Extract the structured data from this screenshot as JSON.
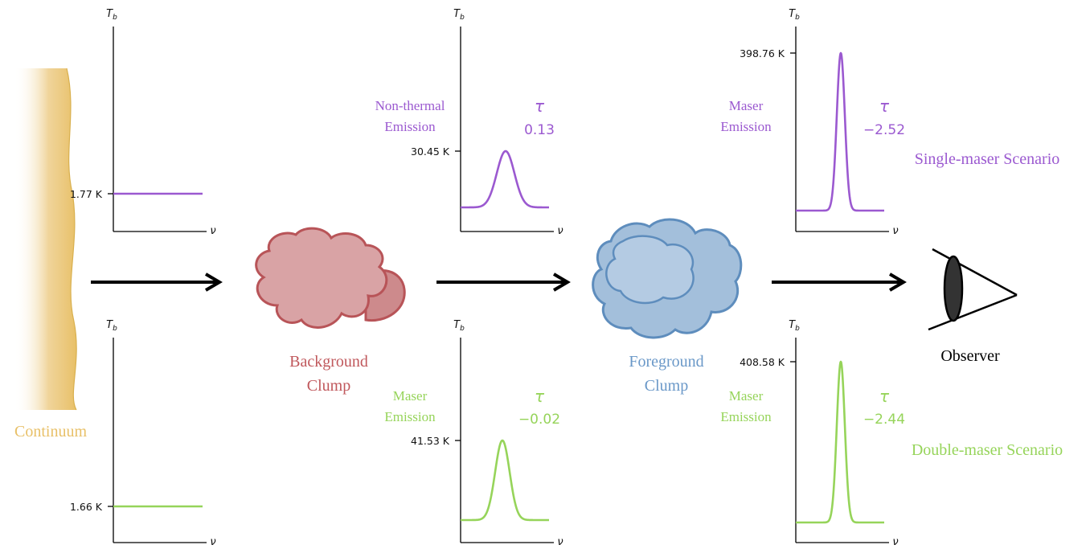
{
  "colors": {
    "purple": "#9b59d0",
    "green": "#96d45a",
    "continuum": "#e8c068",
    "background_clump": "#c0585c",
    "foreground_clump": "#6a98c8",
    "black": "#000000"
  },
  "labels": {
    "continuum": "Continuum",
    "background_clump_line1": "Background",
    "background_clump_line2": "Clump",
    "foreground_clump_line1": "Foreground",
    "foreground_clump_line2": "Clump",
    "observer": "Observer",
    "single_scenario": "Single-maser Scenario",
    "double_scenario": "Double-maser Scenario"
  },
  "axes": {
    "y_label_base": "T",
    "y_label_sub": "b",
    "x_label": "ν"
  },
  "panels": {
    "continuum_top": {
      "tick_label": "1.77 K",
      "color": "purple",
      "shape": "flat"
    },
    "continuum_bottom": {
      "tick_label": "1.66 K",
      "color": "green",
      "shape": "flat"
    },
    "bg_top": {
      "tick_label": "30.45 K",
      "color": "purple",
      "shape": "peak",
      "emission_line1": "Non-thermal",
      "emission_line2": "Emission",
      "tau_symbol": "τ",
      "tau_value": "0.13"
    },
    "bg_bottom": {
      "tick_label": "41.53 K",
      "color": "green",
      "shape": "peak",
      "emission_line1": "Maser",
      "emission_line2": "Emission",
      "tau_symbol": "τ",
      "tau_value": "−0.02"
    },
    "fg_top": {
      "tick_label": "398.76 K",
      "color": "purple",
      "shape": "narrow-peak",
      "emission_line1": "Maser",
      "emission_line2": "Emission",
      "tau_symbol": "τ",
      "tau_value": "−2.52"
    },
    "fg_bottom": {
      "tick_label": "408.58 K",
      "color": "green",
      "shape": "narrow-peak",
      "emission_line1": "Maser",
      "emission_line2": "Emission",
      "tau_symbol": "τ",
      "tau_value": "−2.44"
    }
  }
}
